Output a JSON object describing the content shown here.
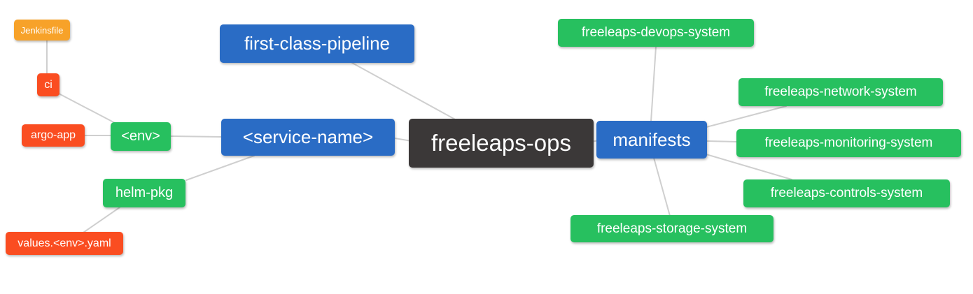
{
  "colors": {
    "orange": "#F7A229",
    "red": "#FA4D21",
    "green": "#27C05F",
    "blue": "#2A6CC5",
    "dark": "#3B3838",
    "edge": "#CFCFCF",
    "text": "#FFFFFF"
  },
  "nodes": {
    "jenkinsfile": {
      "label": "Jenkinsfile",
      "color": "#F7A229"
    },
    "ci": {
      "label": "ci",
      "color": "#FA4D21"
    },
    "argo_app": {
      "label": "argo-app",
      "color": "#FA4D21"
    },
    "env": {
      "label": "<env>",
      "color": "#27C05F"
    },
    "helm_pkg": {
      "label": "helm-pkg",
      "color": "#27C05F"
    },
    "values_yaml": {
      "label": "values.<env>.yaml",
      "color": "#FA4D21"
    },
    "first_class_pipeline": {
      "label": "first-class-pipeline",
      "color": "#2A6CC5"
    },
    "service_name": {
      "label": "<service-name>",
      "color": "#2A6CC5"
    },
    "freeleaps_ops": {
      "label": "freeleaps-ops",
      "color": "#3B3838"
    },
    "manifests": {
      "label": "manifests",
      "color": "#2A6CC5"
    },
    "devops_system": {
      "label": "freeleaps-devops-system",
      "color": "#27C05F"
    },
    "network_system": {
      "label": "freeleaps-network-system",
      "color": "#27C05F"
    },
    "monitoring_system": {
      "label": "freeleaps-monitoring-system",
      "color": "#27C05F"
    },
    "controls_system": {
      "label": "freeleaps-controls-system",
      "color": "#27C05F"
    },
    "storage_system": {
      "label": "freeleaps-storage-system",
      "color": "#27C05F"
    }
  },
  "edges": [
    {
      "from": "jenkinsfile",
      "to": "ci"
    },
    {
      "from": "ci",
      "to": "env"
    },
    {
      "from": "argo_app",
      "to": "env"
    },
    {
      "from": "env",
      "to": "service_name"
    },
    {
      "from": "first_class_pipeline",
      "to": "freeleaps_ops"
    },
    {
      "from": "service_name",
      "to": "freeleaps_ops"
    },
    {
      "from": "helm_pkg",
      "to": "service_name"
    },
    {
      "from": "values_yaml",
      "to": "helm_pkg"
    },
    {
      "from": "freeleaps_ops",
      "to": "manifests"
    },
    {
      "from": "manifests",
      "to": "devops_system"
    },
    {
      "from": "manifests",
      "to": "network_system"
    },
    {
      "from": "manifests",
      "to": "monitoring_system"
    },
    {
      "from": "manifests",
      "to": "controls_system"
    },
    {
      "from": "manifests",
      "to": "storage_system"
    }
  ]
}
